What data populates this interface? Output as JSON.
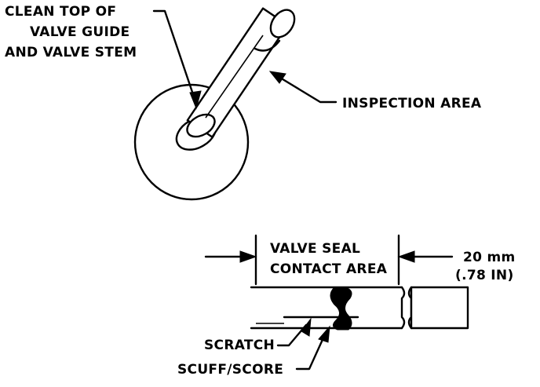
{
  "labels": {
    "clean_top": [
      "CLEAN TOP OF",
      "VALVE GUIDE",
      "AND VALVE STEM"
    ],
    "inspection_area": "INSPECTION AREA",
    "valve_seal_contact_area": [
      "VALVE SEAL",
      "CONTACT AREA"
    ],
    "dimension_mm": "20 mm",
    "dimension_in": "(.78 IN)",
    "scratch": "SCRATCH",
    "scuff_score": "SCUFF/SCORE"
  }
}
